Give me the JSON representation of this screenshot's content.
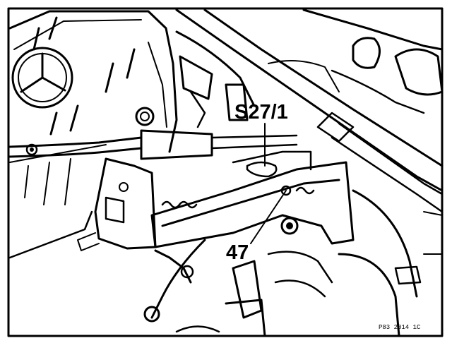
{
  "figure": {
    "callouts": [
      {
        "id": "s27-1",
        "text": "S27/1"
      },
      {
        "id": "47",
        "text": "47"
      }
    ],
    "reference_code": "P83 2014 1C"
  }
}
